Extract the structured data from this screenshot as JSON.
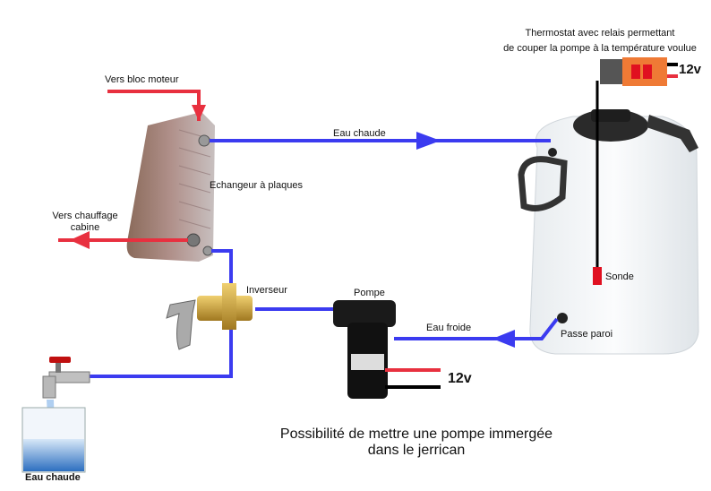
{
  "labels": {
    "thermostat_line1": "Thermostat avec relais permettant",
    "thermostat_line2": "de couper la pompe à la température voulue",
    "thermostat_voltage": "12v",
    "vers_bloc_moteur": "Vers bloc moteur",
    "eau_chaude_pipe": "Eau chaude",
    "echangeur": "Echangeur à plaques",
    "vers_chauffage_line1": "Vers chauffage",
    "vers_chauffage_line2": "cabine",
    "inverseur": "Inverseur",
    "pompe": "Pompe",
    "eau_froide": "Eau froide",
    "passe_paroi": "Passe paroi",
    "sonde": "Sonde",
    "pump_voltage": "12v",
    "eau_chaude_glass": "Eau chaude",
    "note_line1": "Possibilité de mettre une pompe immergée",
    "note_line2": "dans le jerrican"
  },
  "colors": {
    "hot": "#e8303f",
    "cold": "#3b3bf0",
    "wire": "#000000"
  }
}
